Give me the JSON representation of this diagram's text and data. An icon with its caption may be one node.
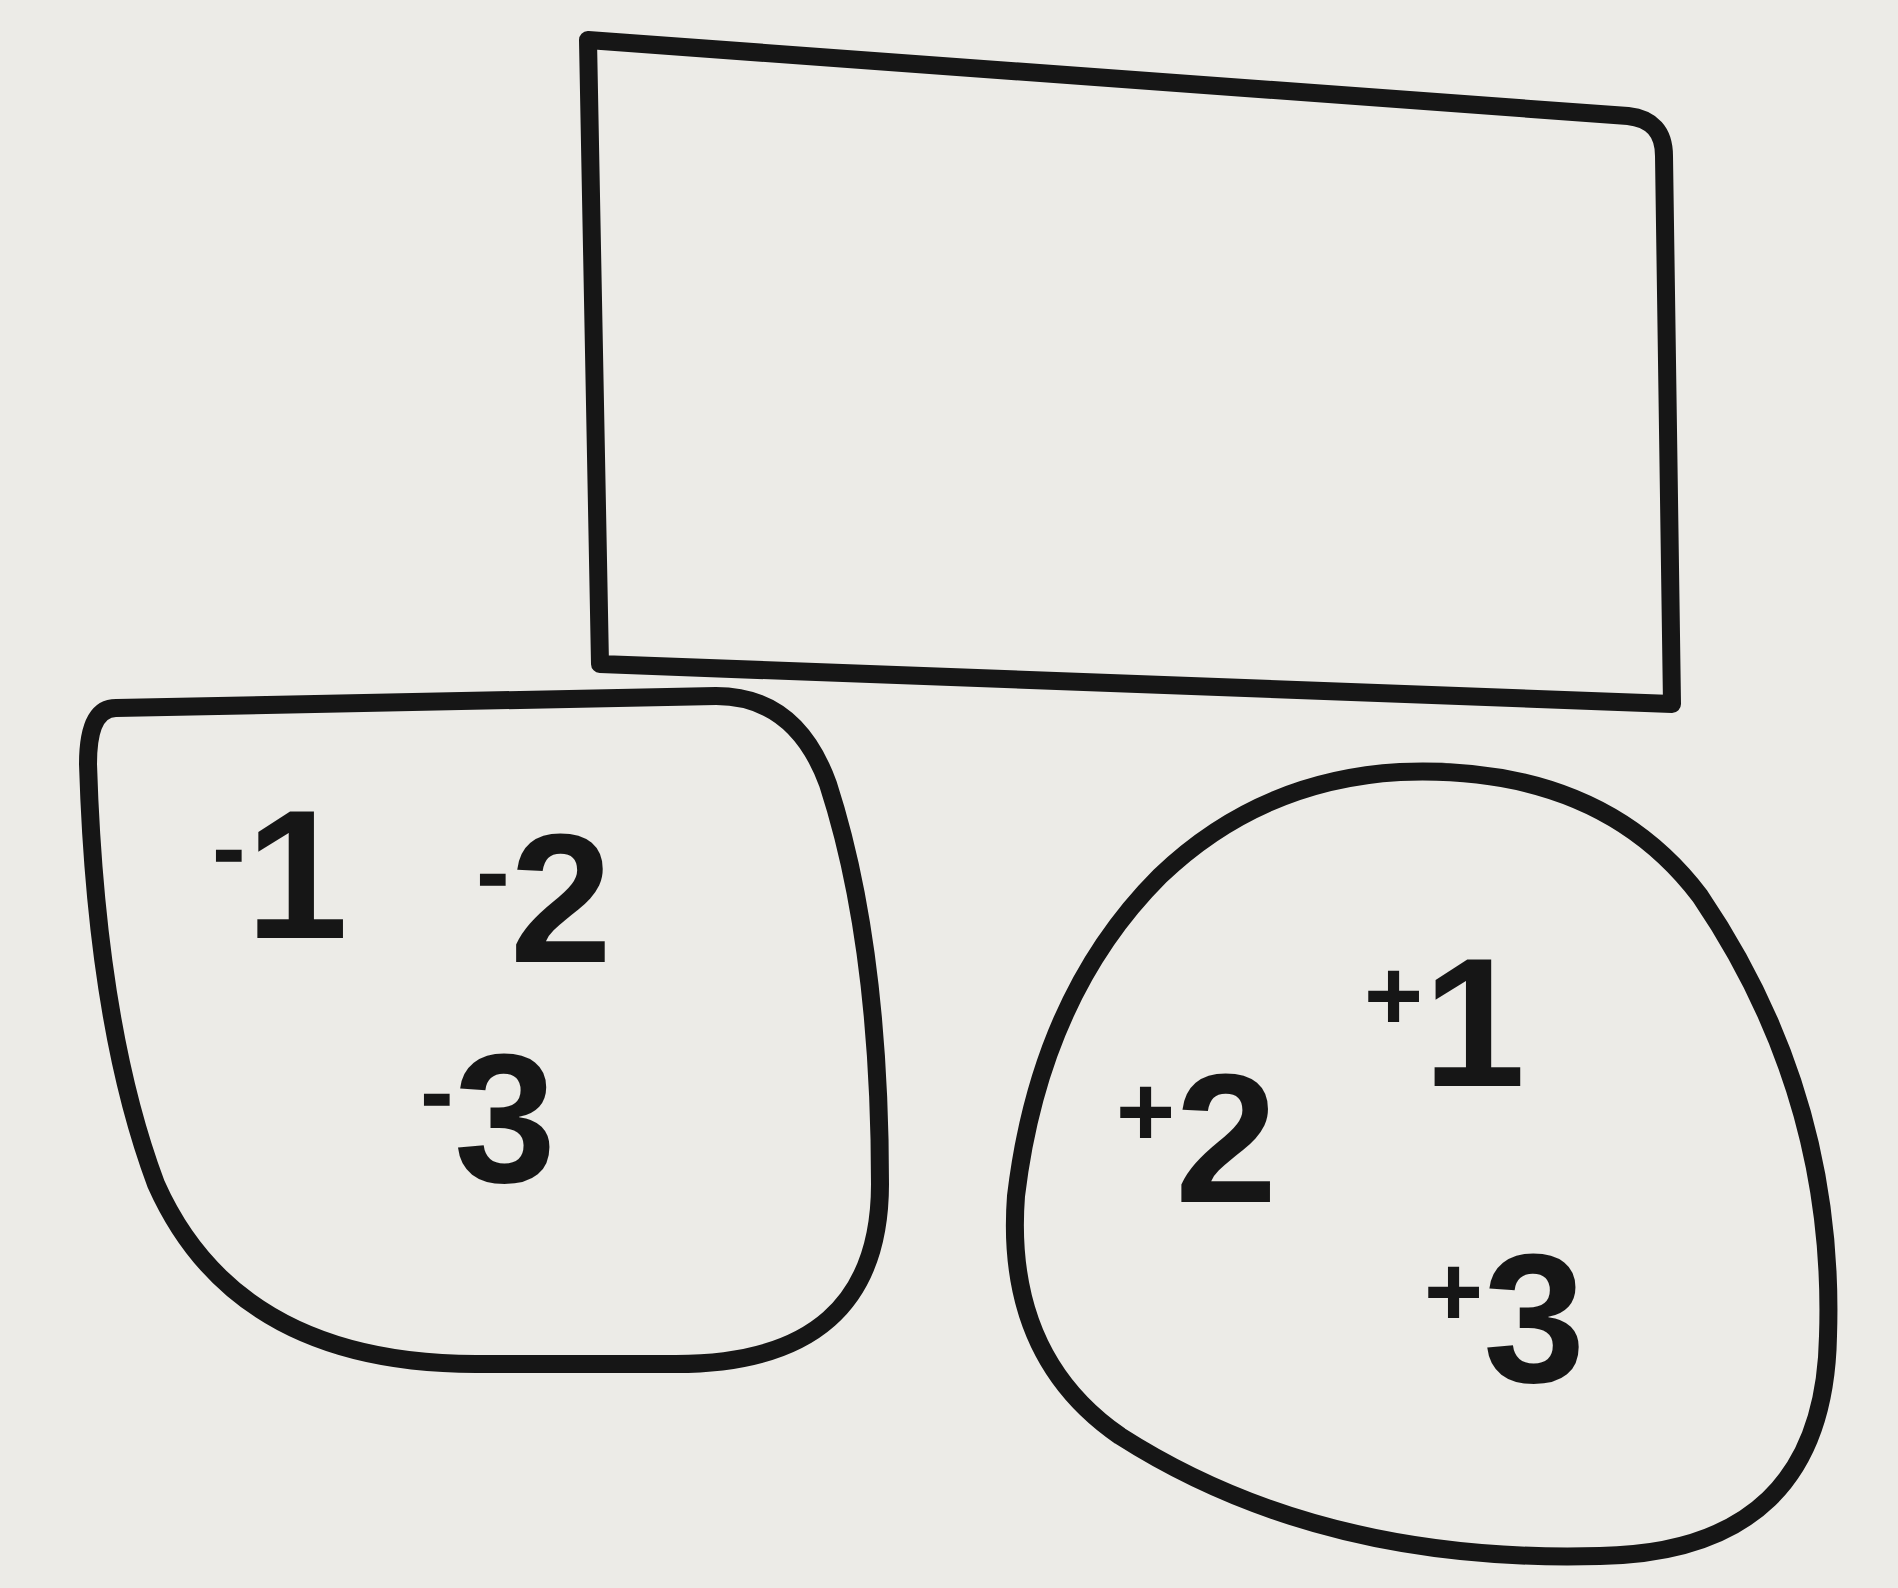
{
  "diagram": {
    "nodes": [
      {
        "text": [],
        "shape": "box"
      },
      {
        "text": [
          "$^{-}$1",
          "$^{-}$2",
          "$^{-}$3"
        ]
      },
      {
        "text": [
          "$^{+}$1",
          "$^{+}$2",
          "$^{+}$3"
        ]
      }
    ]
  }
}
